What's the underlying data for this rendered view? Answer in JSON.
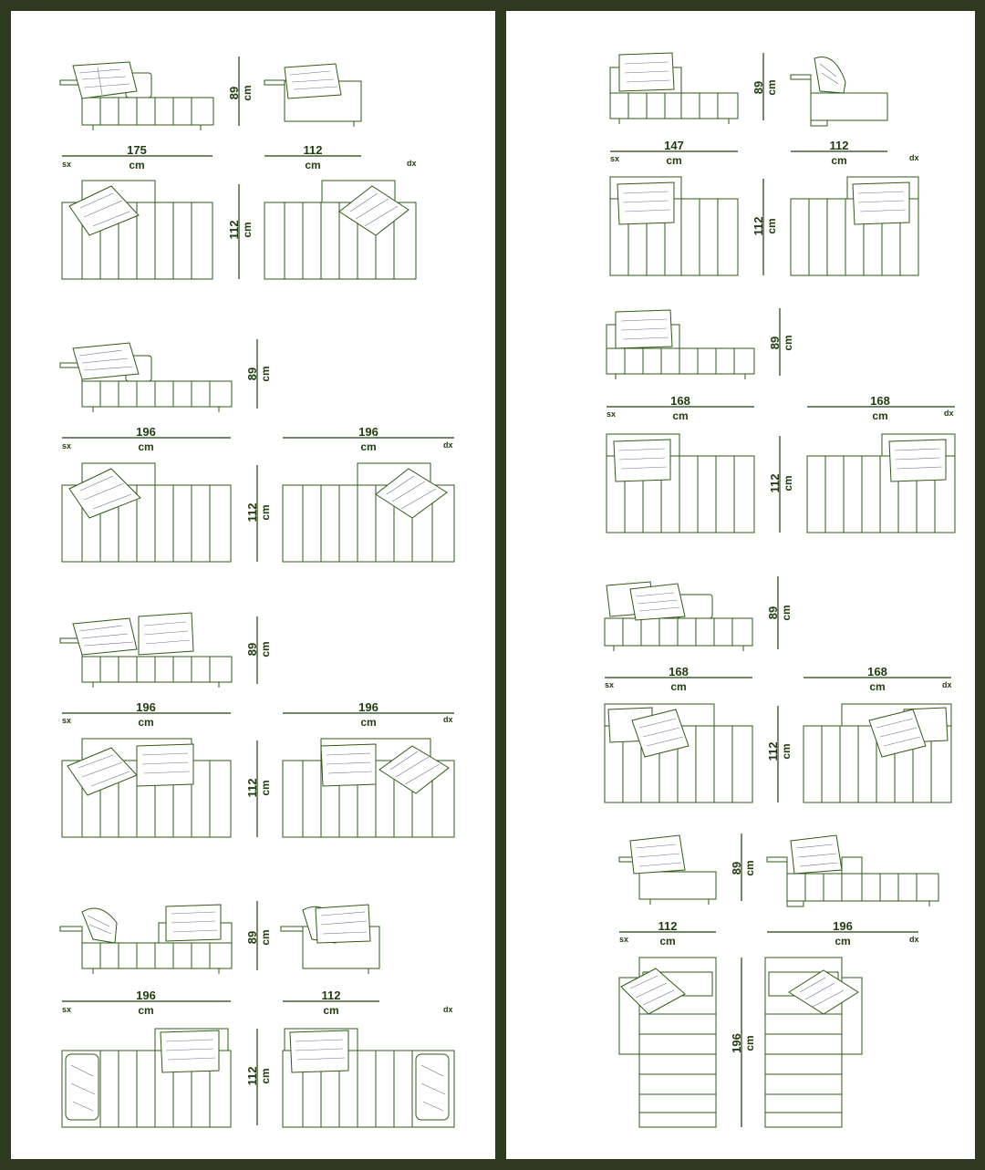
{
  "colors": {
    "frame": "#2e3a1f",
    "paper": "#ffffff",
    "line": "#2f5a16",
    "text": "#1f3d0e"
  },
  "labels": {
    "unit": "cm",
    "left": "sx",
    "right": "dx"
  },
  "left_panel": {
    "group1": {
      "height": "89",
      "depth": "112",
      "width_a": "175",
      "width_b": "112"
    },
    "group2": {
      "height": "89",
      "depth": "112",
      "width_a": "196",
      "width_b": "196"
    },
    "group3": {
      "height": "89",
      "depth": "112",
      "width_a": "196",
      "width_b": "196"
    },
    "group4": {
      "height": "89",
      "depth": "112",
      "width_a": "196",
      "width_b": "112"
    }
  },
  "right_panel": {
    "group1": {
      "height": "89",
      "depth": "112",
      "width_a": "147",
      "width_b": "112"
    },
    "group2": {
      "height": "89",
      "depth": "112",
      "width_a": "168",
      "width_b": "168"
    },
    "group3": {
      "height": "89",
      "depth": "112",
      "width_a": "168",
      "width_b": "168"
    },
    "group4": {
      "height": "89",
      "depth": "196",
      "width_a": "112",
      "width_b": "196"
    }
  }
}
